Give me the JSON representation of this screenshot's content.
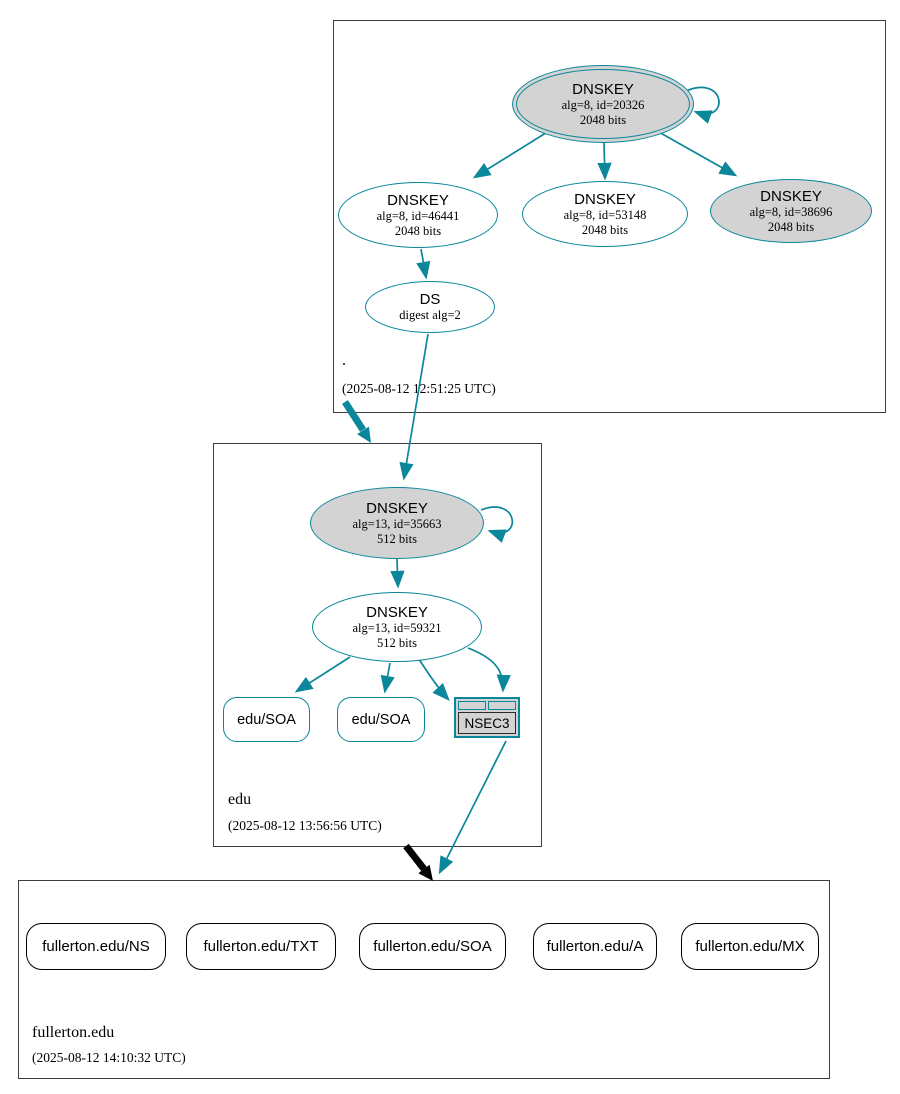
{
  "diagram": {
    "kind": "dnssec-authentication-chain",
    "colors": {
      "secure_edge": "#0a879a",
      "insecure_edge": "#000000",
      "key_fill": "#d3d3d3",
      "node_fill": "#ffffff",
      "zone_box_border": "#3d3d3d"
    }
  },
  "zones": {
    "root": {
      "label": ".",
      "timestamp": "(2025-08-12 12:51:25 UTC)"
    },
    "edu": {
      "label": "edu",
      "timestamp": "(2025-08-12 13:56:56 UTC)"
    },
    "fullerton": {
      "label": "fullerton.edu",
      "timestamp": "(2025-08-12 14:10:32 UTC)"
    }
  },
  "nodes": {
    "root_ksk": {
      "type": "DNSKEY",
      "detail1": "alg=8, id=20326",
      "detail2": "2048 bits"
    },
    "root_zsk_46441": {
      "type": "DNSKEY",
      "detail1": "alg=8, id=46441",
      "detail2": "2048 bits"
    },
    "root_zsk_53148": {
      "type": "DNSKEY",
      "detail1": "alg=8, id=53148",
      "detail2": "2048 bits"
    },
    "root_key_38696": {
      "type": "DNSKEY",
      "detail1": "alg=8, id=38696",
      "detail2": "2048 bits"
    },
    "root_ds": {
      "type": "DS",
      "detail1": "digest alg=2"
    },
    "edu_ksk": {
      "type": "DNSKEY",
      "detail1": "alg=13, id=35663",
      "detail2": "512 bits"
    },
    "edu_zsk": {
      "type": "DNSKEY",
      "detail1": "alg=13, id=59321",
      "detail2": "512 bits"
    },
    "edu_soa_1": {
      "label": "edu/SOA"
    },
    "edu_soa_2": {
      "label": "edu/SOA"
    },
    "edu_nsec3": {
      "label": "NSEC3"
    },
    "fullerton_ns": {
      "label": "fullerton.edu/NS"
    },
    "fullerton_txt": {
      "label": "fullerton.edu/TXT"
    },
    "fullerton_soa": {
      "label": "fullerton.edu/SOA"
    },
    "fullerton_a": {
      "label": "fullerton.edu/A"
    },
    "fullerton_mx": {
      "label": "fullerton.edu/MX"
    }
  }
}
